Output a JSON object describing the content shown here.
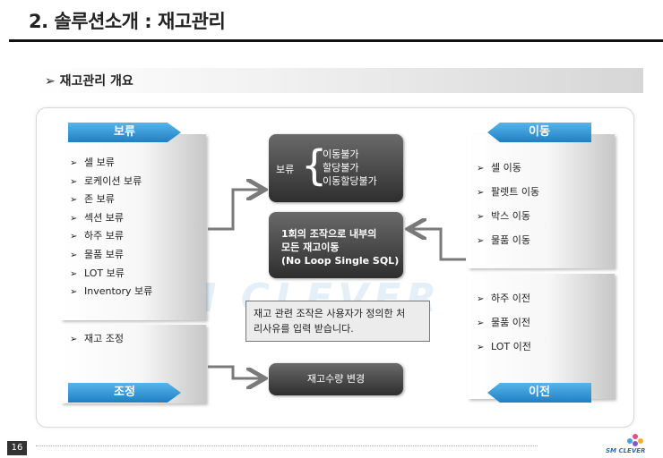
{
  "title": "2. 솔루션소개 : 재고관리",
  "section_title": "재고관리 개요",
  "left_top": {
    "ribbon": "보류",
    "items": [
      "셀 보류",
      "로케이션 보류",
      "존 보류",
      "섹션 보류",
      "하주 보류",
      "물품 보류",
      "LOT 보류",
      "Inventory 보류"
    ]
  },
  "left_bottom": {
    "items": [
      "재고 조정"
    ],
    "ribbon": "조정"
  },
  "right_top": {
    "ribbon": "이동",
    "items": [
      "셀 이동",
      "팔렛트 이동",
      "박스 이동",
      "물품 이동"
    ]
  },
  "right_bottom": {
    "items": [
      "하주 이전",
      "물품 이전",
      "LOT 이전"
    ],
    "ribbon": "이전"
  },
  "center": {
    "hold_label": "보류",
    "hold_items": [
      "이동불가",
      "할당불가",
      "이동할당불가"
    ],
    "one_time_lines": [
      "1회의 조작으로 내부의",
      "모든 재고이동",
      "(No Loop Single SQL)"
    ],
    "change_label": "재고수량 변경"
  },
  "note_lines": [
    "재고 관련 조작은 사용자가 정의한 처",
    "리사유를 입력 받습니다."
  ],
  "watermark": "SM CLEVER",
  "page_number": "16",
  "logo_text": "SM CLEVER",
  "colors": {
    "ribbon_blue": "#1f7fc4",
    "dark_box": "#3a3a3a",
    "arrow_gray": "#7a7a7a"
  }
}
